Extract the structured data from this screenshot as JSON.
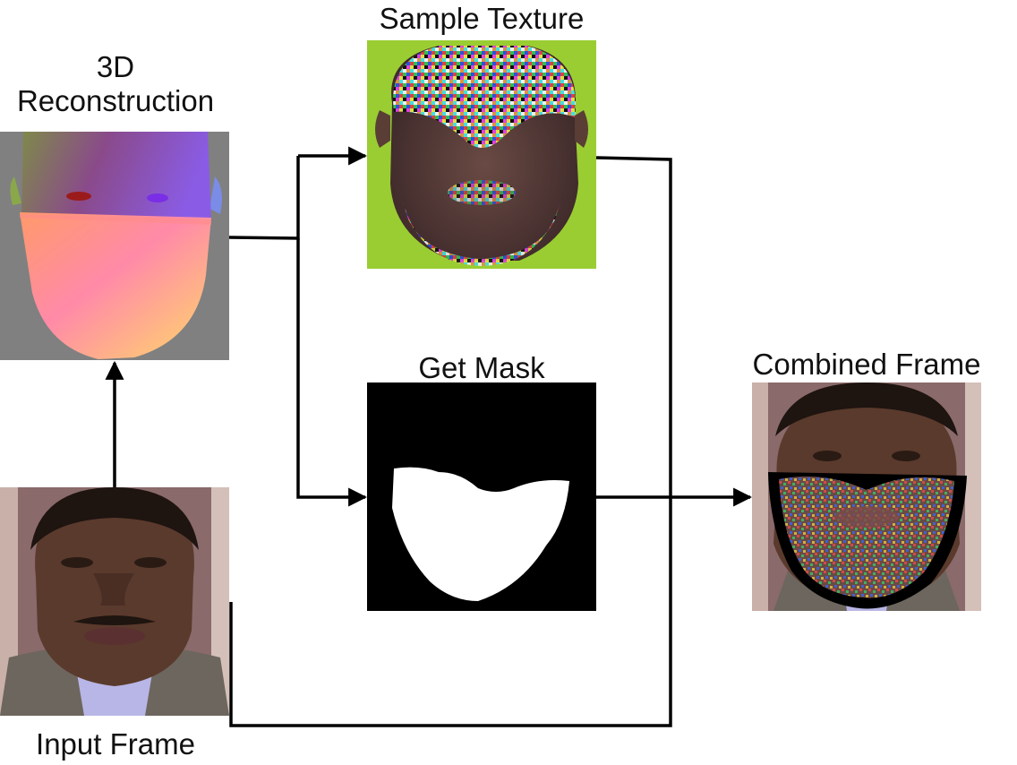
{
  "diagram": {
    "nodes": {
      "reconstruction": {
        "label": "3D Reconstruction"
      },
      "sample_texture": {
        "label": "Sample Texture"
      },
      "get_mask": {
        "label": "Get Mask"
      },
      "combined_frame": {
        "label": "Combined Frame"
      },
      "input_frame": {
        "label": "Input Frame"
      }
    },
    "edges": [
      {
        "from": "input_frame",
        "to": "reconstruction"
      },
      {
        "from": "reconstruction",
        "to": "sample_texture"
      },
      {
        "from": "reconstruction",
        "to": "get_mask"
      },
      {
        "from": "get_mask",
        "to": "combined_frame"
      },
      {
        "from": "sample_texture",
        "to": "combined_frame"
      },
      {
        "from": "input_frame",
        "to": "combined_frame"
      }
    ]
  },
  "colors": {
    "line": "#000000",
    "texture_background": "#9acd32",
    "reconstruction_background": "#808080",
    "mask_background": "#000000",
    "mask_region": "#ffffff",
    "skin": "#5a3a2c",
    "hair": "#1e1410",
    "shirt": "#b8b6e6",
    "suit": "#6c665e"
  },
  "icons": {
    "reconstruction": "rendered-3d-face-image",
    "sample_texture": "sampled-texture-face-image",
    "mask": "lower-face-mask-image",
    "combined": "combined-face-photo-image",
    "input": "input-face-photo-image"
  }
}
